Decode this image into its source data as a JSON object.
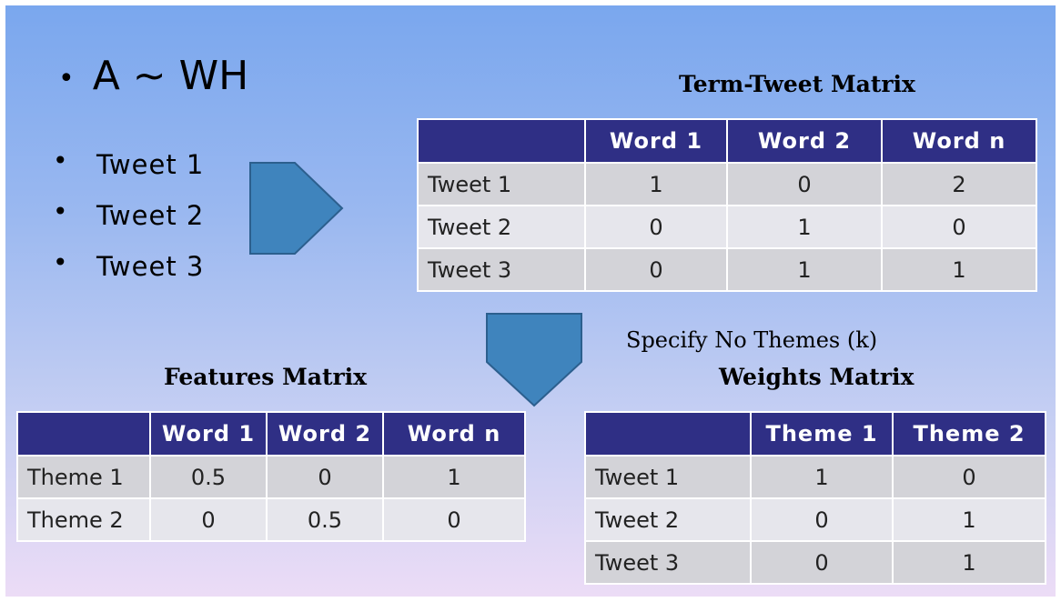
{
  "formula": {
    "bullet": "•",
    "text": "A ~ WH"
  },
  "tweets": [
    "Tweet 1",
    "Tweet 2",
    "Tweet 3"
  ],
  "bullet": "•",
  "term_tweet": {
    "title": "Term-Tweet Matrix",
    "headers": [
      "",
      "Word 1",
      "Word 2",
      "Word n"
    ],
    "rows": [
      {
        "label": "Tweet 1",
        "values": [
          "1",
          "0",
          "2"
        ]
      },
      {
        "label": "Tweet 2",
        "values": [
          "0",
          "1",
          "0"
        ]
      },
      {
        "label": "Tweet 3",
        "values": [
          "0",
          "1",
          "1"
        ]
      }
    ]
  },
  "specify_note": "Specify No Themes (k)",
  "features": {
    "title": "Features Matrix",
    "headers": [
      "",
      "Word 1",
      "Word 2",
      "Word n"
    ],
    "rows": [
      {
        "label": "Theme 1",
        "values": [
          "0.5",
          "0",
          "1"
        ]
      },
      {
        "label": "Theme 2",
        "values": [
          "0",
          "0.5",
          "0"
        ]
      }
    ]
  },
  "weights": {
    "title": "Weights Matrix",
    "headers": [
      "",
      "Theme 1",
      "Theme 2"
    ],
    "rows": [
      {
        "label": "Tweet 1",
        "values": [
          "1",
          "0"
        ]
      },
      {
        "label": "Tweet 2",
        "values": [
          "0",
          "1"
        ]
      },
      {
        "label": "Tweet 3",
        "values": [
          "0",
          "1"
        ]
      }
    ]
  },
  "colors": {
    "header": "#2f2f85",
    "arrow": "#3f84bd",
    "row_dark": "#d3d3d8",
    "row_light": "#e6e6ec"
  },
  "icons": {
    "right_arrow": "pentagon-arrow-right-icon",
    "down_arrow": "pentagon-arrow-down-icon"
  }
}
